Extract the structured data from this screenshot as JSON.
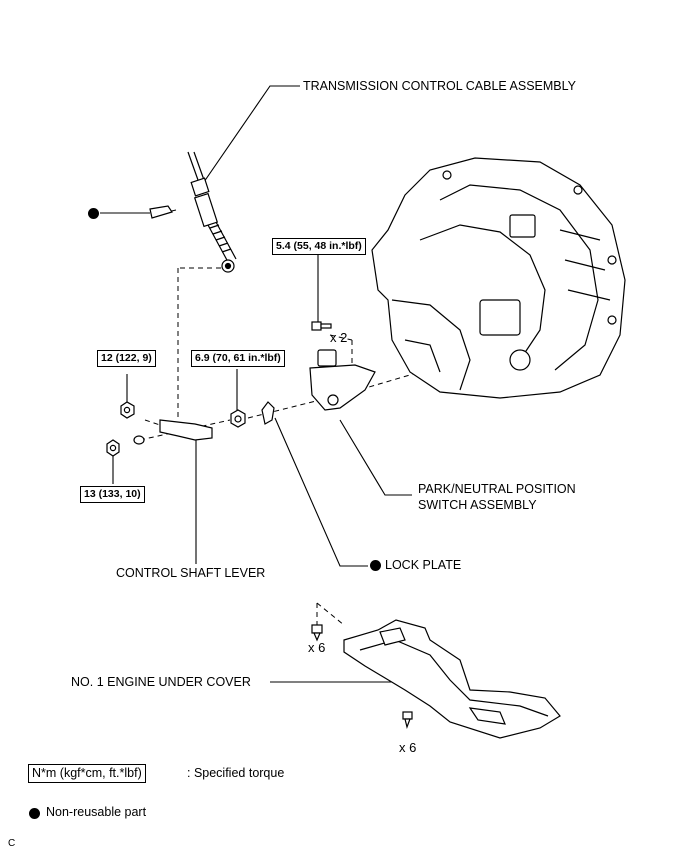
{
  "labels": {
    "transmission_cable": "TRANSMISSION CONTROL CABLE ASSEMBLY",
    "pnp_switch_line1": "PARK/NEUTRAL POSITION",
    "pnp_switch_line2": "SWITCH ASSEMBLY",
    "lock_plate": "LOCK PLATE",
    "control_shaft_lever": "CONTROL SHAFT LEVER",
    "engine_under_cover": "NO. 1 ENGINE UNDER COVER"
  },
  "torques": {
    "bolt_switch": "5.4 (55, 48 in.*lbf)",
    "nut_lever": "6.9 (70, 61 in.*lbf)",
    "nut_upper": "12 (122, 9)",
    "nut_lower": "13 (133, 10)"
  },
  "quantities": {
    "switch_bolts": "x 2",
    "cover_upper": "x 6",
    "cover_lower": "x 6"
  },
  "legend": {
    "torque_box": "N*m (kgf*cm, ft.*lbf)",
    "torque_text": ": Specified torque",
    "nonreusable_text": "Non-reusable part"
  },
  "figure_code": "C"
}
